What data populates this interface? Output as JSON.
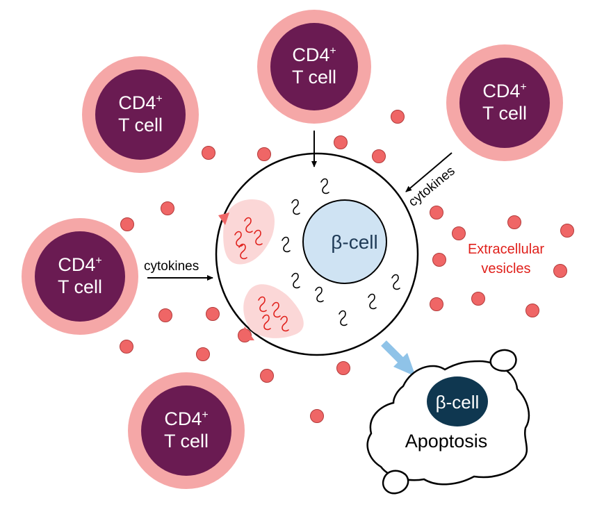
{
  "colors": {
    "tcell_outer": "#f5a7a7",
    "tcell_inner": "#6a1b52",
    "vesicle": "#ef6666",
    "beta_cell_nucleus": "#cfe3f3",
    "beta_cell_dark": "#0f3750",
    "rna_red": "#e0201b",
    "arrow_blue": "#8fc3e8",
    "vesicle_label": "#e0201b"
  },
  "t_cells": [
    {
      "line1": "CD4",
      "sup": "+",
      "line2": "T cell"
    },
    {
      "line1": "CD4",
      "sup": "+",
      "line2": "T cell"
    },
    {
      "line1": "CD4",
      "sup": "+",
      "line2": "T cell"
    },
    {
      "line1": "CD4",
      "sup": "+",
      "line2": "T cell"
    },
    {
      "line1": "CD4",
      "sup": "+",
      "line2": "T cell"
    }
  ],
  "labels": {
    "cytokines_left": "cytokines",
    "cytokines_right": "cytokines",
    "ev_line1": "Extracellular",
    "ev_line2": "vesicles",
    "beta_cell": "β-cell",
    "beta_cell_apoptotic": "β-cell",
    "apoptosis": "Apoptosis"
  }
}
